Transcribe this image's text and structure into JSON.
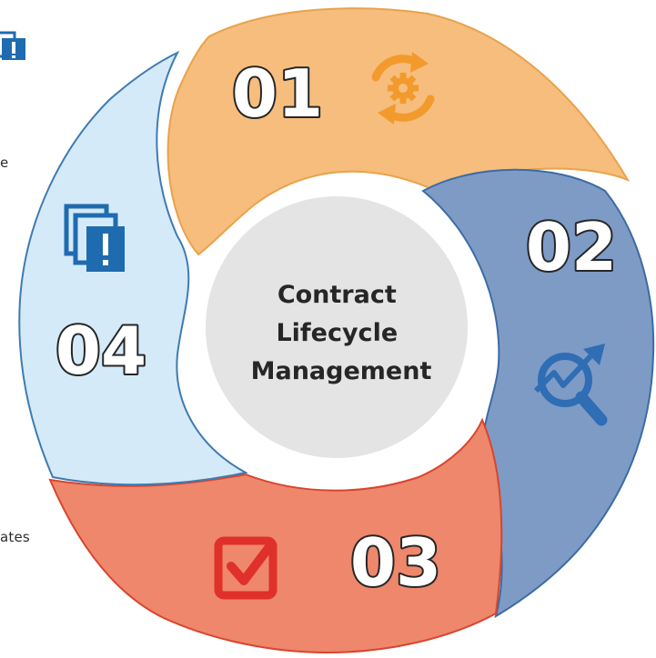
{
  "diagram": {
    "center_title": [
      "Contract",
      "Lifecycle",
      "Management"
    ],
    "segments": [
      {
        "number": "01",
        "icon": "gear-cycle-icon",
        "fill": "#F6BD7D",
        "stroke": "#E9A24B",
        "icon_color": "#F39A2D"
      },
      {
        "number": "02",
        "icon": "search-chart-icon",
        "fill": "#7E9BC6",
        "stroke": "#3C6BA4",
        "icon_color": "#2F6DB5"
      },
      {
        "number": "03",
        "icon": "checkbox-icon",
        "fill": "#EE876B",
        "stroke": "#D8452E",
        "icon_color": "#E0302A"
      },
      {
        "number": "04",
        "icon": "documents-alert-icon",
        "fill": "#D4EAF8",
        "stroke": "#3E7BB2",
        "icon_color": "#1F6BB0"
      }
    ],
    "center_color": "#E4E4E4"
  },
  "edge_fragments": {
    "frag_1": "e",
    "frag_2": "ates"
  }
}
